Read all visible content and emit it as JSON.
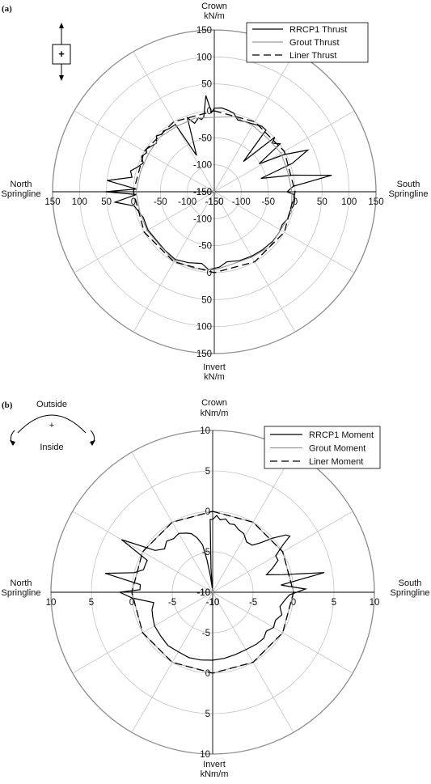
{
  "chart_data": [
    {
      "type": "polar",
      "panel": "(a)",
      "title": "",
      "rlim": [
        -150,
        150
      ],
      "ticks": [
        150,
        100,
        50,
        0,
        -50,
        -100,
        -150
      ],
      "spoke_step_deg": 30,
      "grid": true,
      "axis_labels": {
        "top": [
          "Crown",
          "kN/m"
        ],
        "bottom": [
          "Invert",
          "kN/m"
        ],
        "left": [
          "North",
          "Springline"
        ],
        "right": [
          "South",
          "Springline"
        ]
      },
      "legend_position": "top-right",
      "sign_icon": "plus-arrows-icon",
      "series": [
        {
          "name": "RRCP1 Thrust",
          "style": "solid",
          "color": "#000000",
          "angle_deg": [
            0,
            5,
            10,
            14,
            18,
            24,
            30,
            36,
            40,
            44,
            48,
            50,
            54,
            58,
            62,
            66,
            70,
            74,
            78,
            82,
            86,
            90,
            92,
            96,
            100,
            104,
            110,
            116,
            122,
            130,
            140,
            150,
            160,
            170,
            176,
            180,
            184,
            190,
            200,
            210,
            220,
            230,
            240,
            250,
            256,
            260,
            264,
            268,
            270,
            272,
            276,
            280,
            284,
            288,
            292,
            296,
            300,
            302,
            306,
            310,
            314,
            318,
            320,
            324,
            330,
            334,
            340,
            344,
            348,
            350,
            352,
            355,
            358
          ],
          "values": [
            5,
            6,
            3,
            0,
            -10,
            -8,
            -5,
            0,
            -1,
            -72,
            1,
            -10,
            1,
            -52,
            -3,
            40,
            4,
            -60,
            -2,
            70,
            -3,
            -15,
            -2,
            0,
            -1,
            -5,
            -5,
            -10,
            -8,
            -8,
            -10,
            -12,
            -14,
            -18,
            -10,
            -8,
            -5,
            -15,
            -10,
            -5,
            -8,
            -10,
            -8,
            -10,
            -4,
            1,
            35,
            -5,
            52,
            -5,
            50,
            5,
            10,
            -1,
            -8,
            0,
            -5,
            -1,
            -6,
            -10,
            -1,
            -6,
            -3,
            -6,
            -6,
            -75,
            -4,
            -18,
            -10,
            -14,
            -10,
            29,
            -3
          ]
        },
        {
          "name": "Grout Thrust",
          "style": "solid",
          "color": "#9a9a9a",
          "angle_deg": [
            0,
            15,
            30,
            45,
            60,
            75,
            90,
            105,
            120,
            135,
            150,
            165,
            180,
            195,
            210,
            225,
            240,
            255,
            270,
            285,
            300,
            315,
            330,
            345,
            360
          ],
          "values": [
            -12,
            -6,
            -8,
            -10,
            -7,
            -9,
            -6,
            -2,
            -8,
            -5,
            -10,
            -12,
            -5,
            -3,
            -2,
            -8,
            -6,
            -7,
            -5,
            -8,
            -9,
            -7,
            -10,
            -9,
            -12
          ]
        },
        {
          "name": "Liner Thrust",
          "style": "dashed",
          "color": "#000000",
          "angle_deg": [
            0,
            30,
            60,
            90,
            120,
            150,
            180,
            210,
            240,
            270,
            300,
            330,
            360
          ],
          "values": [
            0,
            0,
            0,
            0,
            0,
            0,
            0,
            0,
            0,
            0,
            0,
            0,
            0
          ]
        }
      ]
    },
    {
      "type": "polar",
      "panel": "(b)",
      "title": "",
      "rlim": [
        -10,
        10
      ],
      "ticks": [
        10,
        5,
        0,
        -5,
        -10
      ],
      "spoke_step_deg": 30,
      "grid": true,
      "axis_labels": {
        "top": [
          "Crown",
          "kNm/m"
        ],
        "bottom": [
          "Invert",
          "kNm/m"
        ],
        "left": [
          "North",
          "Springline"
        ],
        "right": [
          "South",
          "Springline"
        ]
      },
      "legend_position": "top-right",
      "sign_convention": {
        "outside": "Outside",
        "inside": "Inside",
        "symbol": "+"
      },
      "series": [
        {
          "name": "RRCP1 Moment",
          "style": "solid",
          "color": "#000000",
          "angle_deg": [
            0,
            3,
            6,
            10,
            14,
            18,
            22,
            28,
            34,
            40,
            44,
            48,
            52,
            54,
            56,
            60,
            64,
            68,
            72,
            76,
            80,
            84,
            88,
            92,
            96,
            102,
            108,
            114,
            120,
            126,
            132,
            140,
            150,
            160,
            170,
            180,
            190,
            200,
            210,
            220,
            230,
            240,
            248,
            254,
            260,
            266,
            270,
            272,
            276,
            280,
            284,
            288,
            292,
            296,
            300,
            306,
            312,
            318,
            324,
            330,
            336,
            340,
            344,
            348,
            350,
            352,
            354,
            356,
            358
          ],
          "values": [
            -1,
            -0.5,
            -1,
            -0.8,
            -1.3,
            -1.2,
            -1.6,
            -1.8,
            -2.5,
            -2.4,
            -1.5,
            0,
            1.5,
            1.8,
            0.5,
            -1,
            -1,
            -2,
            -3,
            -1,
            4,
            -1.5,
            1.5,
            -0.5,
            -1,
            -1.5,
            -1,
            -1.5,
            -1.3,
            -1.8,
            -1.5,
            -1.6,
            -1.8,
            -1.8,
            -1.7,
            -1.6,
            -1.5,
            -1.4,
            -1.5,
            -1.4,
            -1.6,
            -1.7,
            -2,
            -2.2,
            -2.6,
            0,
            1.5,
            -1,
            -1,
            3.5,
            0,
            -1,
            -1,
            -1,
            3,
            -1.2,
            -2,
            -1.5,
            -1.8,
            -1.6,
            -2,
            -2.3,
            -3,
            -4,
            -6,
            -8,
            -9.5,
            -7,
            -1
          ]
        },
        {
          "name": "Grout Moment",
          "style": "solid",
          "color": "#9a9a9a",
          "angle_deg": [
            0,
            30,
            60,
            90,
            120,
            150,
            180,
            210,
            240,
            270,
            300,
            330,
            360
          ],
          "values": [
            0,
            0,
            0,
            0,
            0,
            0,
            0,
            0,
            0,
            0,
            0,
            0,
            0
          ]
        },
        {
          "name": "Liner Moment",
          "style": "dashed",
          "color": "#000000",
          "angle_deg": [
            0,
            30,
            60,
            90,
            120,
            150,
            180,
            210,
            240,
            270,
            300,
            330,
            360
          ],
          "values": [
            0,
            0,
            0,
            0,
            0,
            0,
            0,
            0,
            0,
            0,
            0,
            0,
            0
          ]
        }
      ]
    }
  ]
}
